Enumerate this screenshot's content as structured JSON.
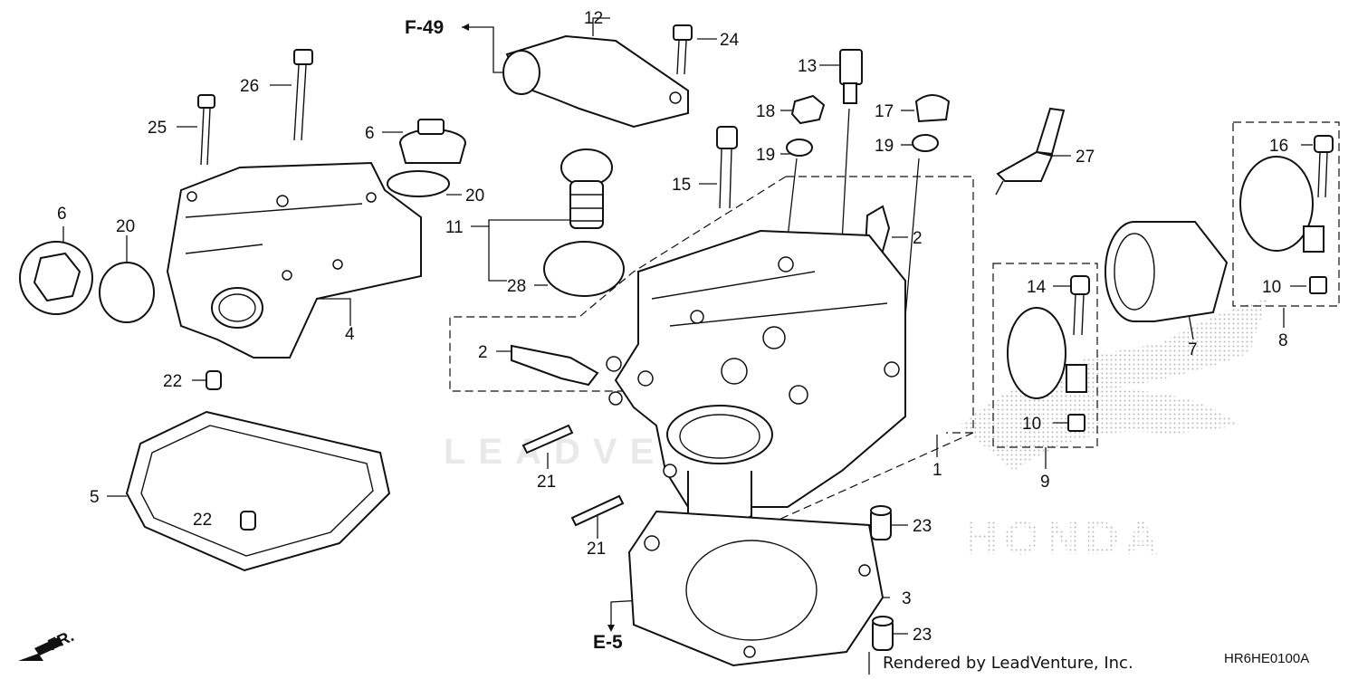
{
  "callouts": [
    {
      "id": "c12",
      "text": "12"
    },
    {
      "id": "c24",
      "text": "24"
    },
    {
      "id": "c13",
      "text": "13"
    },
    {
      "id": "c26",
      "text": "26"
    },
    {
      "id": "c25",
      "text": "25"
    },
    {
      "id": "c6a",
      "text": "6"
    },
    {
      "id": "c20a",
      "text": "20"
    },
    {
      "id": "c6b",
      "text": "6"
    },
    {
      "id": "c20b",
      "text": "20"
    },
    {
      "id": "c4",
      "text": "4"
    },
    {
      "id": "c18",
      "text": "18"
    },
    {
      "id": "c17",
      "text": "17"
    },
    {
      "id": "c19a",
      "text": "19"
    },
    {
      "id": "c19b",
      "text": "19"
    },
    {
      "id": "c15",
      "text": "15"
    },
    {
      "id": "c27",
      "text": "27"
    },
    {
      "id": "c11",
      "text": "11"
    },
    {
      "id": "c28",
      "text": "28"
    },
    {
      "id": "c2a",
      "text": "2"
    },
    {
      "id": "c2b",
      "text": "2"
    },
    {
      "id": "c16",
      "text": "16"
    },
    {
      "id": "c14",
      "text": "14"
    },
    {
      "id": "c10a",
      "text": "10"
    },
    {
      "id": "c10b",
      "text": "10"
    },
    {
      "id": "c7",
      "text": "7"
    },
    {
      "id": "c8",
      "text": "8"
    },
    {
      "id": "c9",
      "text": "9"
    },
    {
      "id": "c22a",
      "text": "22"
    },
    {
      "id": "c22b",
      "text": "22"
    },
    {
      "id": "c5",
      "text": "5"
    },
    {
      "id": "c21a",
      "text": "21"
    },
    {
      "id": "c21b",
      "text": "21"
    },
    {
      "id": "c1",
      "text": "1"
    },
    {
      "id": "c23a",
      "text": "23"
    },
    {
      "id": "c23b",
      "text": "23"
    },
    {
      "id": "c3",
      "text": "3"
    }
  ],
  "references": {
    "f49": "F-49",
    "e5": "E-5",
    "front": "FR."
  },
  "footer": {
    "rendered_by": "Rendered by LeadVenture, Inc.",
    "diagram_code": "HR6HE0100A"
  },
  "watermarks": {
    "leadventure": "LEADVENTURE",
    "honda": "HONDA"
  }
}
